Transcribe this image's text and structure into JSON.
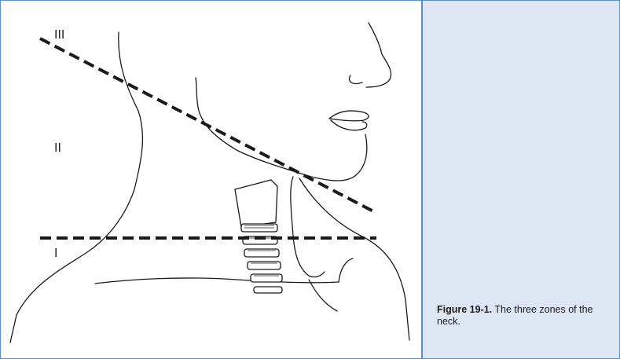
{
  "figure": {
    "zones": [
      {
        "numeral": "III"
      },
      {
        "numeral": "II"
      },
      {
        "numeral": "I"
      }
    ],
    "caption": {
      "label": "Figure 19-1.",
      "text": " The three zones of the neck."
    }
  },
  "colors": {
    "border": "#5b8fc9",
    "sidebar_bg": "#dfe6f3",
    "line": "#1a1a1a"
  }
}
